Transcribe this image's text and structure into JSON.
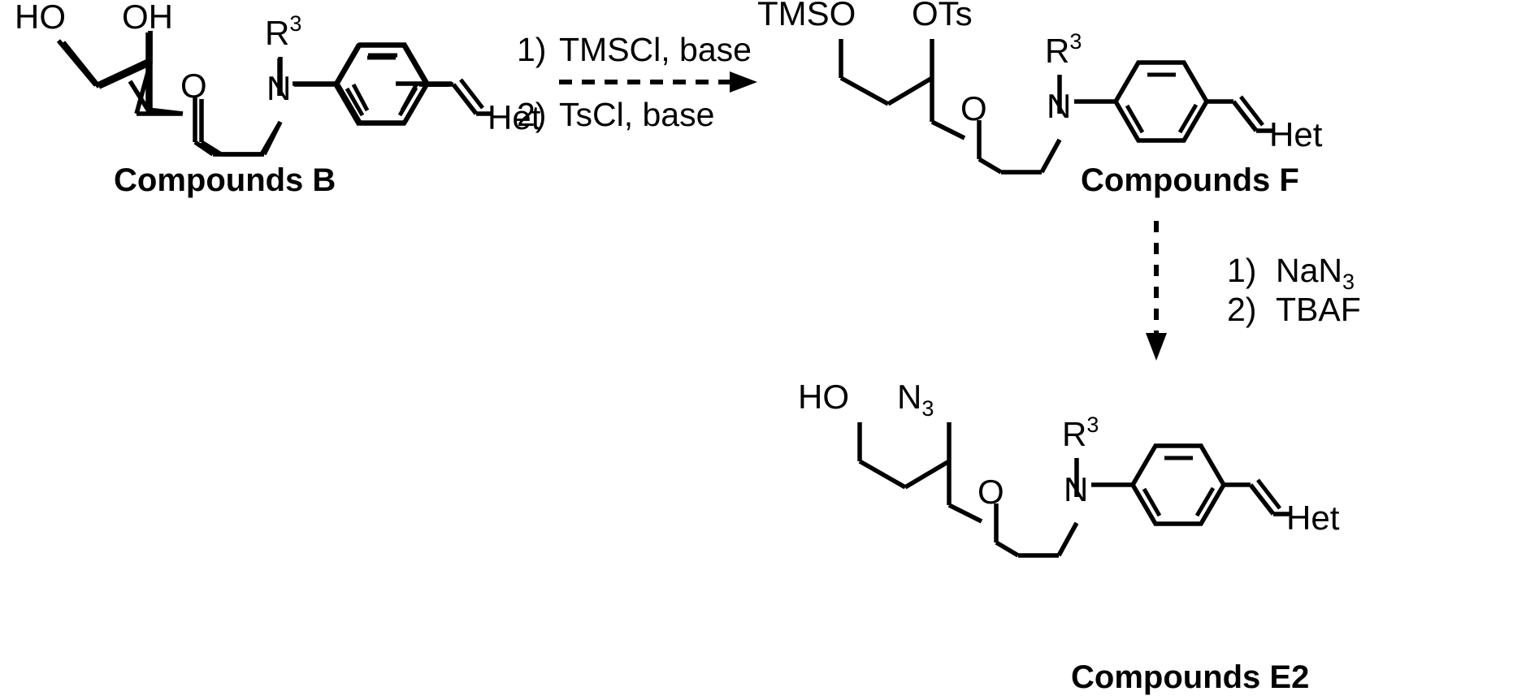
{
  "scheme": {
    "title": "Synthetic scheme: Compounds B to Compounds F to Compounds E2",
    "background_color": "#ffffff",
    "line_color": "#000000"
  },
  "reactant_b": {
    "name": "Compounds B",
    "label": "Compounds B",
    "atom_labels": {
      "ho_left": "HO",
      "oh_secondary": "OH",
      "r3": "R",
      "r3_sup": "3",
      "ether_o": "O",
      "amine_n": "N",
      "het": "Het"
    }
  },
  "product_f": {
    "name": "Compounds F",
    "label": "Compounds F",
    "atom_labels": {
      "tmso": "TMSO",
      "ots": "OTs",
      "r3": "R",
      "r3_sup": "3",
      "ether_o": "O",
      "amine_n": "N",
      "het": "Het"
    }
  },
  "product_e2": {
    "name": "Compounds E2",
    "label": "Compounds E2",
    "atom_labels": {
      "ho": "HO",
      "azide": "N",
      "azide_sub": "3",
      "r3": "R",
      "r3_sup": "3",
      "ether_o": "O",
      "amine_n": "N",
      "het": "Het"
    }
  },
  "arrow_horizontal": {
    "style": "dashed-right-arrow",
    "condition_above": "1)  TMSCl, base",
    "condition_below": "2)  TsCl, base",
    "step1_number": "1)",
    "step1_reagent": "TMSCl, base",
    "step2_number": "2)",
    "step2_reagent": "TsCl, base"
  },
  "arrow_vertical": {
    "style": "dashed-down-arrow",
    "step1_number": "1)",
    "step1_reagent_main": "NaN",
    "step1_reagent_sub": "3",
    "step2_number": "2)",
    "step2_reagent": "TBAF"
  }
}
